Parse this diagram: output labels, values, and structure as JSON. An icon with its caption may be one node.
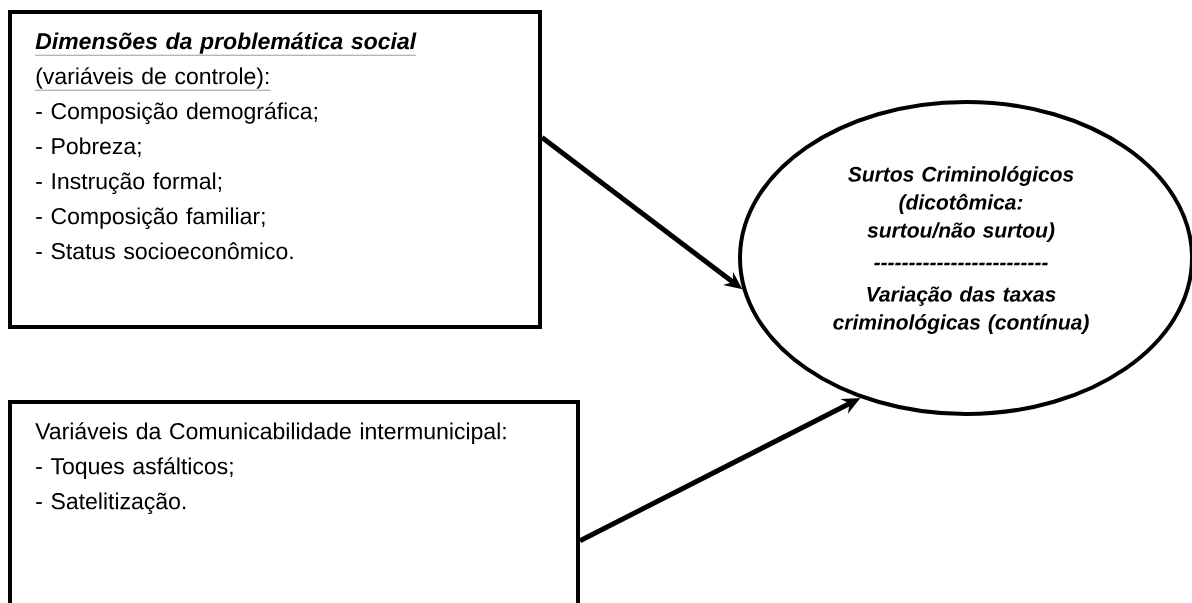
{
  "diagram": {
    "nodes": [
      {
        "text": [
          "Dimensões da problemática social",
          "(variáveis de controle):",
          "- Composição demográfica;",
          "- Pobreza;",
          "- Instrução formal;",
          "- Composição familiar;",
          "- Status socioeconômico."
        ]
      },
      {
        "text": [
          "Variáveis da Comunicabilidade intermunicipal:",
          "- Toques asfálticos;",
          "- Satelitização."
        ]
      },
      {
        "text": [
          "Surtos Criminológicos (dicotômica: surtou/não surtou)",
          "-------------------------",
          "Variação das taxas criminológicas (contínua)"
        ]
      }
    ],
    "edges": [
      {
        "from": 0,
        "to": 2,
        "arrow": "to"
      },
      {
        "from": 1,
        "to": 2,
        "arrow": "to"
      }
    ]
  }
}
